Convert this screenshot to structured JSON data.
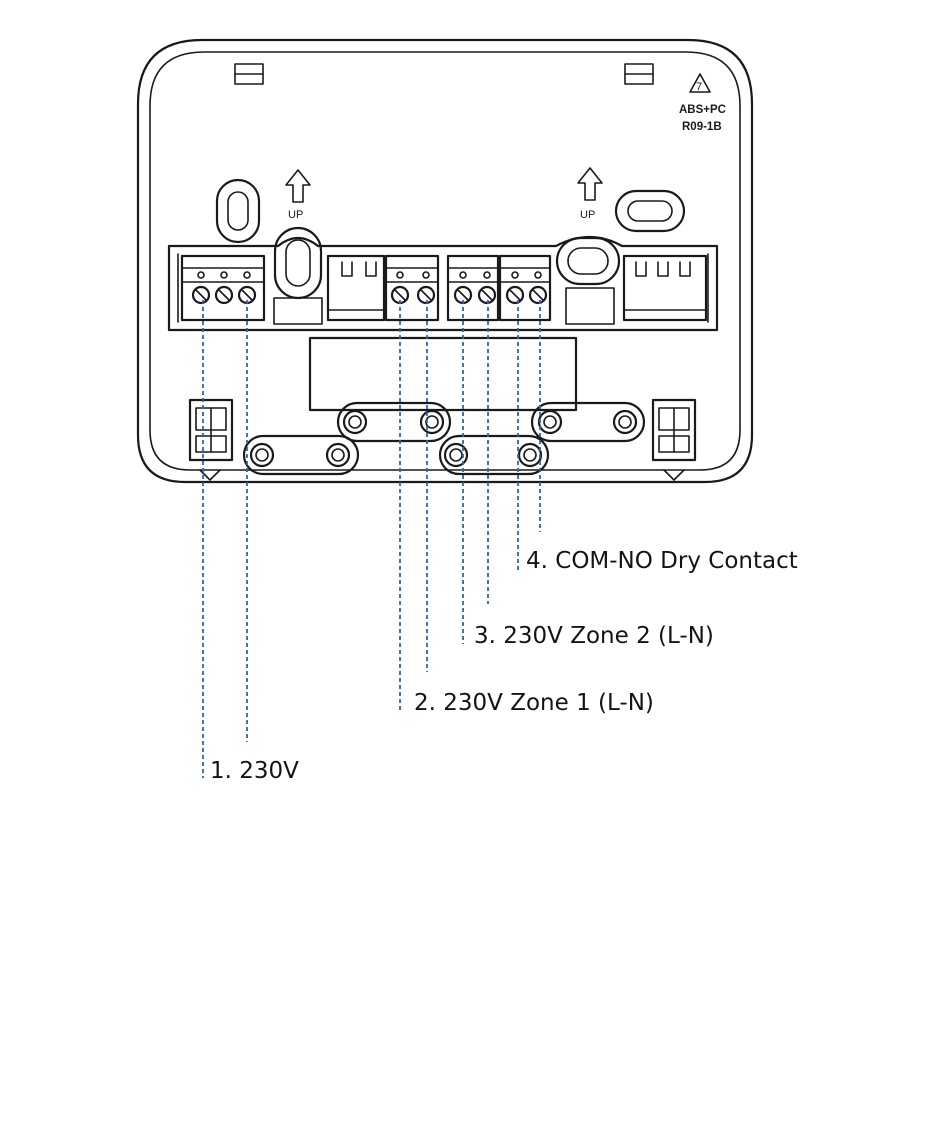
{
  "device": {
    "material_marking": "ABS+PC",
    "model_marking": "R09-1B",
    "up_label": "UP"
  },
  "terminals": [
    {
      "label": "1. 230V"
    },
    {
      "label": "2. 230V Zone 1 (L-N)"
    },
    {
      "label": "3. 230V Zone 2 (L-N)"
    },
    {
      "label": "4. COM-NO Dry Contact"
    }
  ],
  "colors": {
    "outline": "#1a1a1a",
    "leader_lines": "#2f63ad",
    "label_text": "#141414",
    "background": "#ffffff"
  },
  "icons": [
    "recycling-icon",
    "up-arrow-icon"
  ]
}
